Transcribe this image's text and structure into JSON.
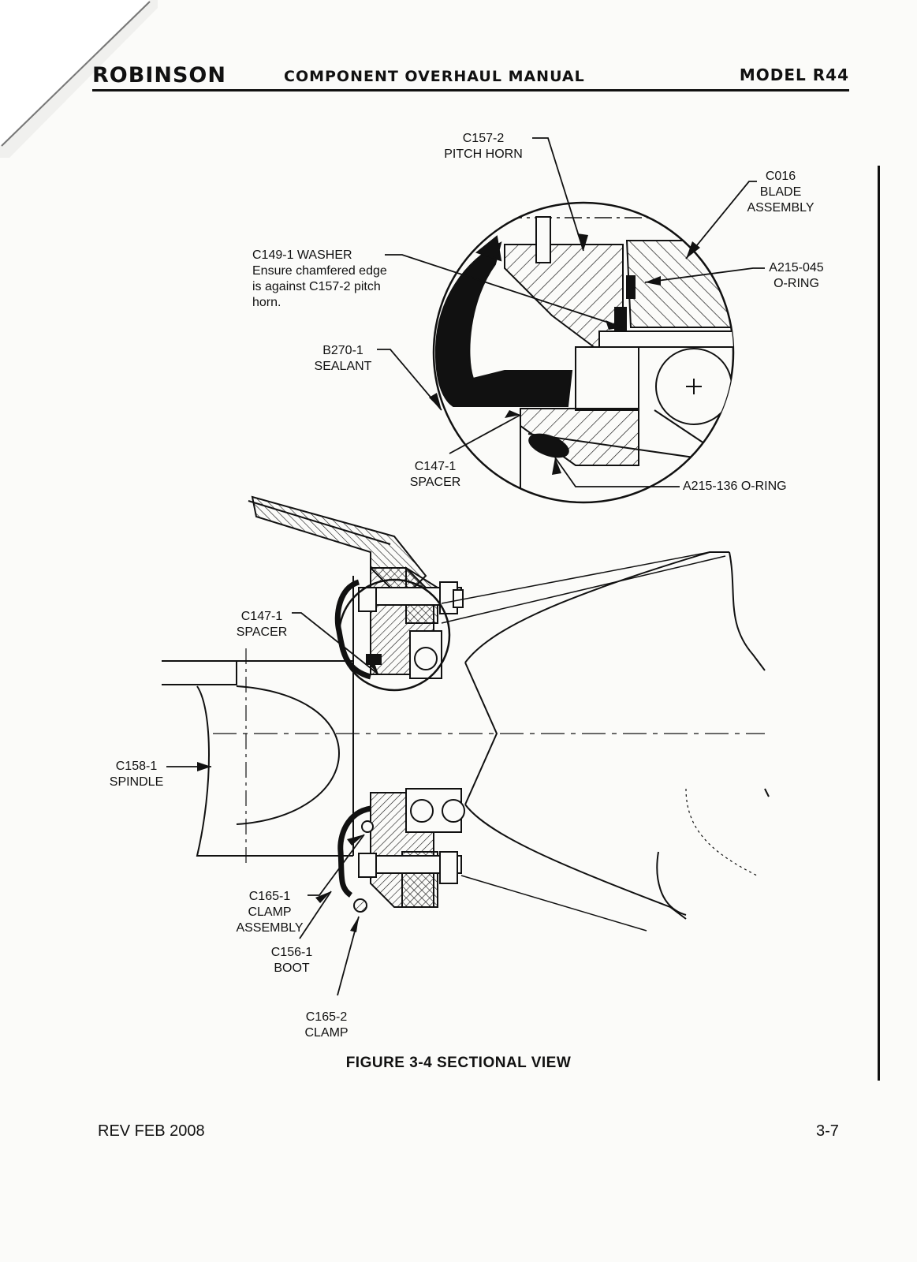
{
  "header": {
    "brand": "ROBINSON",
    "title": "COMPONENT OVERHAUL MANUAL",
    "model": "MODEL R44"
  },
  "labels": {
    "pitch_horn": "C157-2\nPITCH HORN",
    "blade_assembly": "C016\nBLADE\nASSEMBLY",
    "washer": "C149-1 WASHER\nEnsure chamfered edge\nis against C157-2 pitch\nhorn.",
    "oring_045": "A215-045\nO-RING",
    "sealant": "B270-1\nSEALANT",
    "spacer_detail": "C147-1\nSPACER",
    "oring_136": "A215-136 O-RING",
    "spacer_main": "C147-1\nSPACER",
    "spindle": "C158-1\nSPINDLE",
    "clamp_assembly": "C165-1\nCLAMP\nASSEMBLY",
    "boot": "C156-1\nBOOT",
    "clamp": "C165-2\nCLAMP"
  },
  "caption": "FIGURE 3-4  SECTIONAL VIEW",
  "footer": {
    "revision": "REV FEB 2008",
    "page_number": "3-7"
  }
}
